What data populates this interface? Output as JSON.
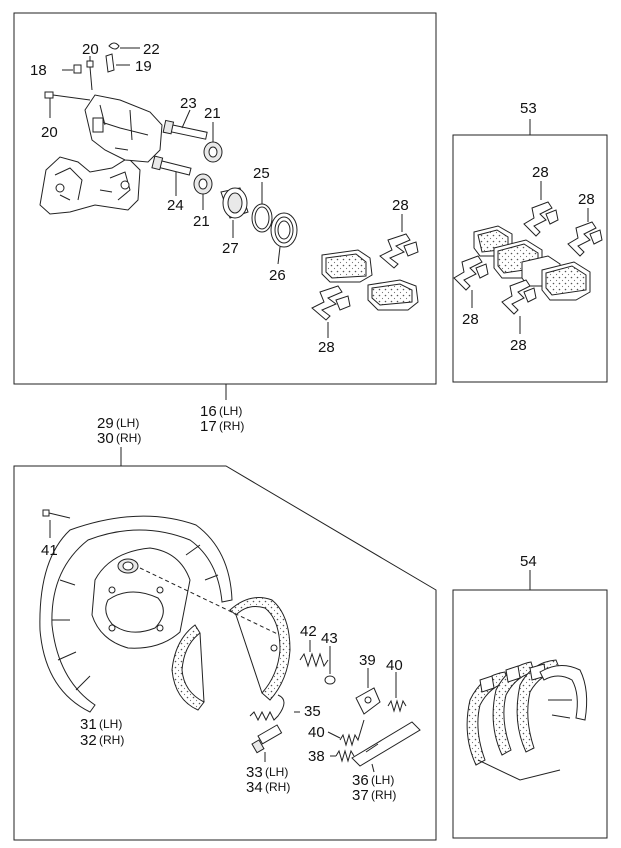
{
  "callouts": {
    "c20a": "20",
    "c22": "22",
    "c18": "18",
    "c19": "19",
    "c20b": "20",
    "c23": "23",
    "c21a": "21",
    "c24": "24",
    "c21b": "21",
    "c25": "25",
    "c27": "27",
    "c26": "26",
    "c28a": "28",
    "c28b": "28",
    "c53": "53",
    "c28c": "28",
    "c28d": "28",
    "c28e": "28",
    "c28f": "28",
    "c16": "16",
    "c16s": "(LH)",
    "c17": "17",
    "c17s": "(RH)",
    "c29": "29",
    "c29s": "(LH)",
    "c30": "30",
    "c30s": "(RH)",
    "c41": "41",
    "c42": "42",
    "c43": "43",
    "c39": "39",
    "c40a": "40",
    "c35": "35",
    "c40b": "40",
    "c38": "38",
    "c31": "31",
    "c31s": "(LH)",
    "c32": "32",
    "c32s": "(RH)",
    "c33": "33",
    "c33s": "(LH)",
    "c34": "34",
    "c34s": "(RH)",
    "c36": "36",
    "c36s": "(LH)",
    "c37": "37",
    "c37s": "(RH)",
    "c54": "54"
  }
}
